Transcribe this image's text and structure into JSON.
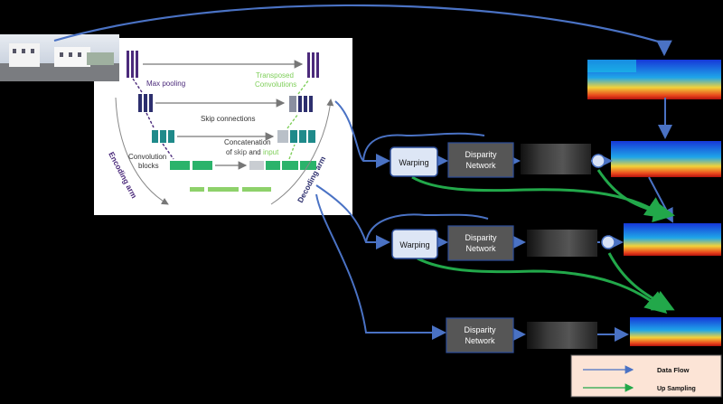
{
  "unet": {
    "max_pooling": "Max pooling",
    "transposed": [
      "Transposed",
      "Convolutions"
    ],
    "skip_connections": "Skip connections",
    "convolution_blocks": [
      "Convolution",
      "blocks"
    ],
    "concatenation": [
      "Concatenation",
      "of",
      "skip",
      "and",
      "input"
    ],
    "encoding_arm": "Encoding arm",
    "decoding_arm": "Decoding arm"
  },
  "pipeline": {
    "warping": "Warping",
    "disparity_network": [
      "Disparity",
      "Network"
    ]
  },
  "legend": {
    "data_flow": "Data Flow",
    "up_sampling": "Up Sampling"
  },
  "colors": {
    "purple": "#4b2a7b",
    "navy": "#2d2f6e",
    "teal": "#1f8a8a",
    "green": "#2bb36b",
    "lime": "#8ed16a",
    "flow_blue": "#4a72c4",
    "upsample_green": "#22a84a",
    "box_gray": "#565656",
    "warp_fill": "#dde6f5",
    "legend_fill": "#fce4d6"
  }
}
